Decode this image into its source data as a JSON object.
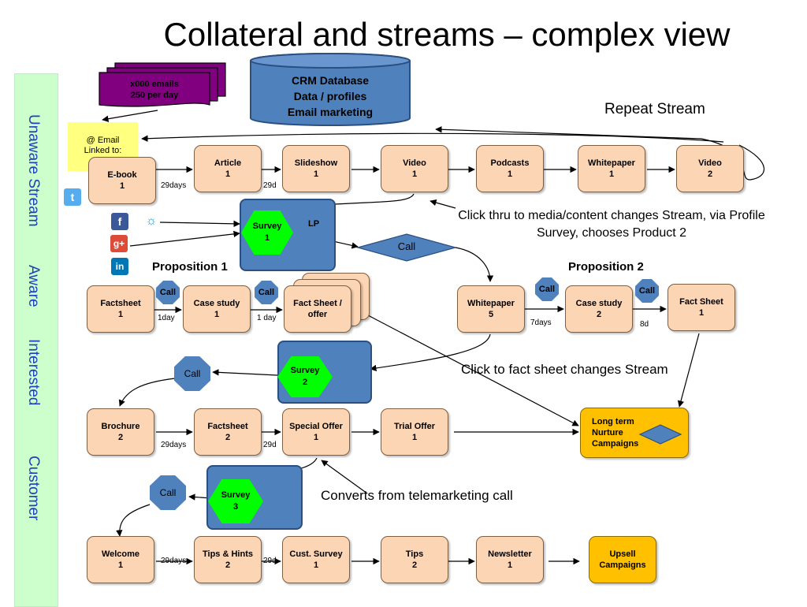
{
  "title": "Collateral and streams – complex view",
  "stages": {
    "unaware": "Unaware Stream",
    "aware": "Aware",
    "interested": "Interested",
    "customer": "Customer"
  },
  "emails": {
    "line1": "x000 emails",
    "line2": "250 per day"
  },
  "crm": {
    "line1": "CRM Database",
    "line2": "Data / profiles",
    "line3": "Email marketing"
  },
  "repeat_stream": "Repeat Stream",
  "email_note": {
    "line1": "@ Email",
    "line2": "Linked to:"
  },
  "row1": [
    {
      "name": "E-book",
      "num": "1"
    },
    {
      "name": "Article",
      "num": "1"
    },
    {
      "name": "Slideshow",
      "num": "1"
    },
    {
      "name": "Video",
      "num": "1"
    },
    {
      "name": "Podcasts",
      "num": "1"
    },
    {
      "name": "Whitepaper",
      "num": "1"
    },
    {
      "name": "Video",
      "num": "2"
    }
  ],
  "row1_gaps": [
    "29days",
    "29d"
  ],
  "survey1": {
    "line1": "Survey",
    "line2": "1",
    "lp": "LP"
  },
  "call_diamond": "Call",
  "click_thru_note": "Click thru to media/content changes Stream, via Profile Survey, chooses Product 2",
  "proposition1": "Proposition 1",
  "proposition2": "Proposition 2",
  "row2_left": [
    {
      "name": "Factsheet",
      "num": "1"
    },
    {
      "name": "Case study",
      "num": "1"
    },
    {
      "name": "Fact Sheet /",
      "num": "offer"
    }
  ],
  "row2_left_gaps": [
    "1day",
    "1 day"
  ],
  "row2_right": [
    {
      "name": "Whitepaper",
      "num": "5"
    },
    {
      "name": "Case study",
      "num": "2"
    },
    {
      "name": "Fact Sheet",
      "num": "1"
    }
  ],
  "row2_right_gaps": [
    "7days",
    "8d"
  ],
  "call": "Call",
  "survey2": {
    "line1": "Survey",
    "line2": "2"
  },
  "fact_sheet_note": "Click to fact sheet changes Stream",
  "row3": [
    {
      "name": "Brochure",
      "num": "2"
    },
    {
      "name": "Factsheet",
      "num": "2"
    },
    {
      "name": "Special Offer",
      "num": "1"
    },
    {
      "name": "Trial Offer",
      "num": "1"
    }
  ],
  "row3_gaps": [
    "29days",
    "29d"
  ],
  "long_term": {
    "line1": "Long term",
    "line2": "Nurture",
    "line3": "Campaigns"
  },
  "survey3": {
    "line1": "Survey",
    "line2": "3"
  },
  "converts_note": "Converts from telemarketing call",
  "row4": [
    {
      "name": "Welcome",
      "num": "1"
    },
    {
      "name": "Tips & Hints",
      "num": "2"
    },
    {
      "name": "Cust. Survey",
      "num": "1"
    },
    {
      "name": "Tips",
      "num": "2"
    },
    {
      "name": "Newsletter",
      "num": "1"
    }
  ],
  "row4_gaps": [
    "29days",
    "29d"
  ],
  "upsell": {
    "line1": "Upsell",
    "line2": "Campaigns"
  },
  "colors": {
    "node_fill": "#fcd5b4",
    "gold_fill": "#ffc000",
    "blue_fill": "#4f81bd",
    "survey_fill": "#00ff00",
    "email_fill": "#800080",
    "note_fill": "#ffff80",
    "stage_bar": "#ccffcc",
    "stage_text": "#1f3fbf"
  },
  "icons": [
    "twitter-icon",
    "facebook-icon",
    "googleplus-icon",
    "linkedin-icon",
    "lightbulb-icon"
  ]
}
